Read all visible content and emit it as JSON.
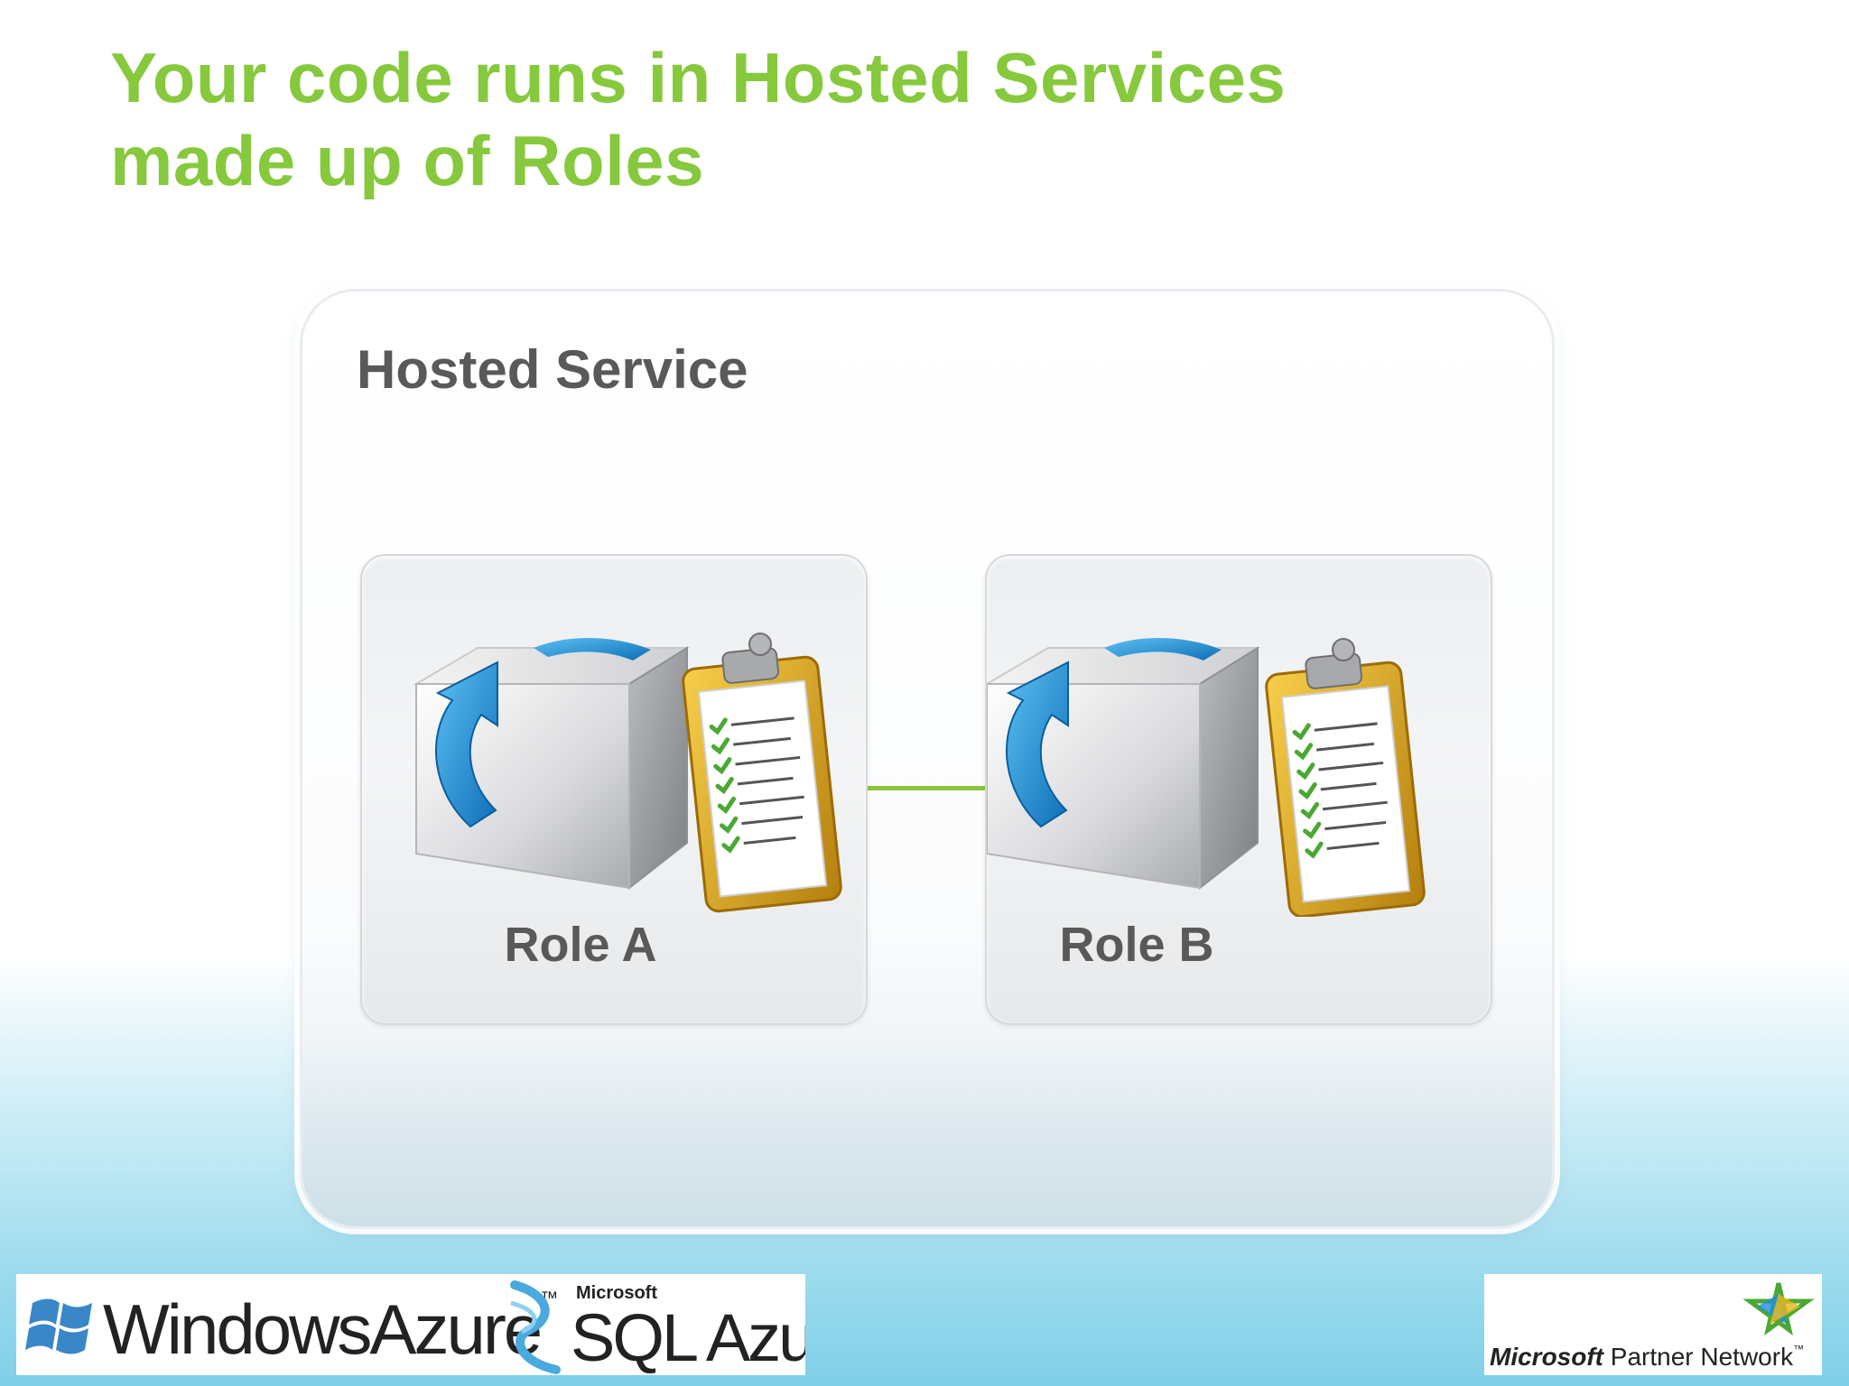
{
  "slide": {
    "title_line1": "Your code runs in Hosted Services",
    "title_line2": "made up of Roles"
  },
  "diagram": {
    "container_label": "Hosted Service",
    "roles": [
      {
        "label": "Role A",
        "icons": [
          "box-arrow-icon",
          "clipboard-checklist-icon"
        ]
      },
      {
        "label": "Role B",
        "icons": [
          "box-arrow-icon",
          "clipboard-checklist-icon"
        ]
      }
    ],
    "connector_color": "#8cc63f"
  },
  "footer": {
    "windows_azure": {
      "word1": "Windows",
      "word2": "Azure",
      "tm": "™"
    },
    "sql_azure": {
      "microsoft": "Microsoft",
      "reg": "®",
      "sql": "SQL",
      "azure": "Azure",
      "tm": "™"
    },
    "partner_network": {
      "microsoft": "Microsoft",
      "text": "Partner Network",
      "tm": "™"
    }
  },
  "colors": {
    "title": "#86c93d",
    "label": "#595959",
    "arrow": "#1f8fd8",
    "clipboard": "#d9a21b"
  }
}
